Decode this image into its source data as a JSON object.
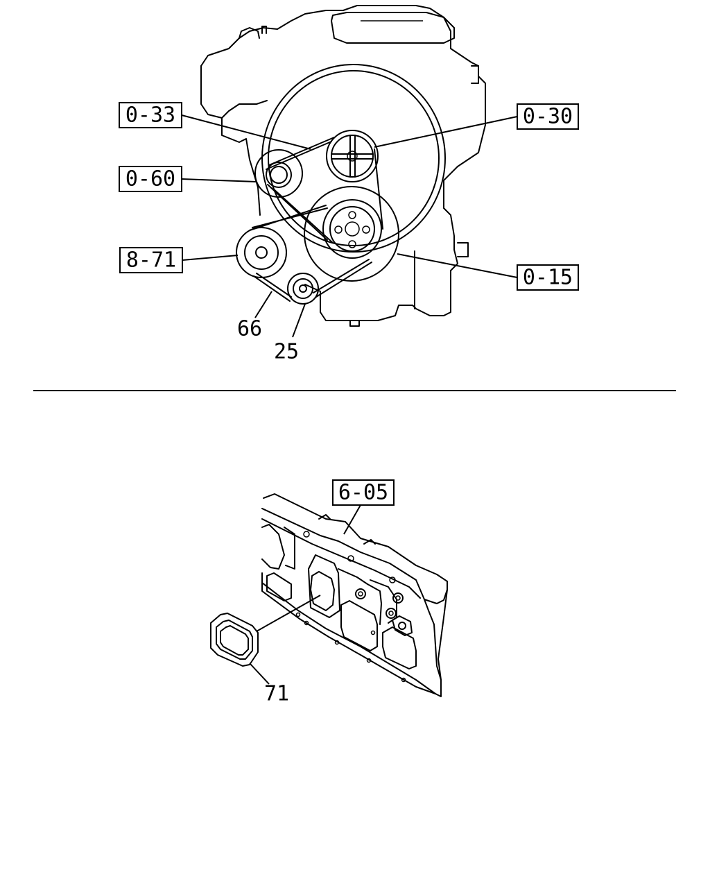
{
  "callouts": {
    "ref_0_33": "0-33",
    "ref_0_30": "0-30",
    "ref_0_60": "0-60",
    "ref_8_71": "8-71",
    "ref_0_15": "0-15",
    "ref_6_05": "6-05",
    "part_66": "66",
    "part_25": "25",
    "part_71": "71"
  }
}
